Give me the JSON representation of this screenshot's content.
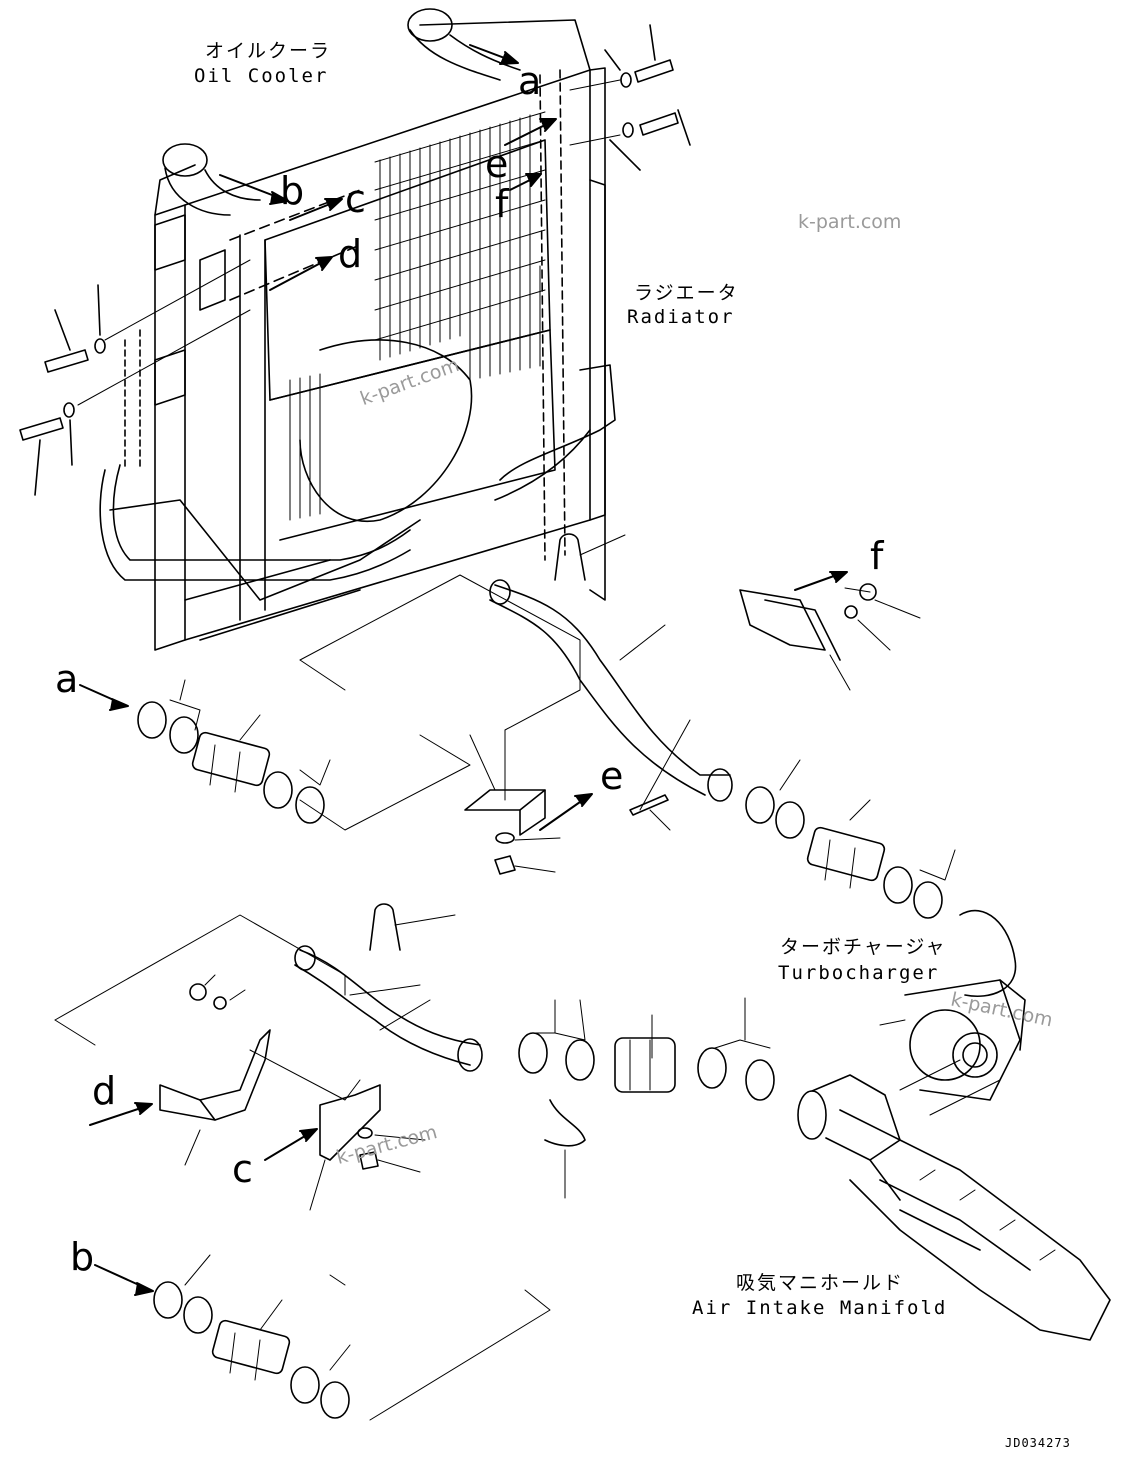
{
  "components": {
    "oil_cooler": {
      "jp": "オイルクーラ",
      "en": "Oil Cooler"
    },
    "radiator": {
      "jp": "ラジエータ",
      "en": "Radiator"
    },
    "turbocharger": {
      "jp": "ターボチャージャ",
      "en": "Turbocharger"
    },
    "air_intake_manifold": {
      "jp": "吸気マニホールド",
      "en": "Air Intake Manifold"
    }
  },
  "callouts": {
    "a": "a",
    "b": "b",
    "c": "c",
    "d": "d",
    "e": "e",
    "f": "f"
  },
  "watermark": "k-part.com",
  "drawing_code": "JD034273"
}
